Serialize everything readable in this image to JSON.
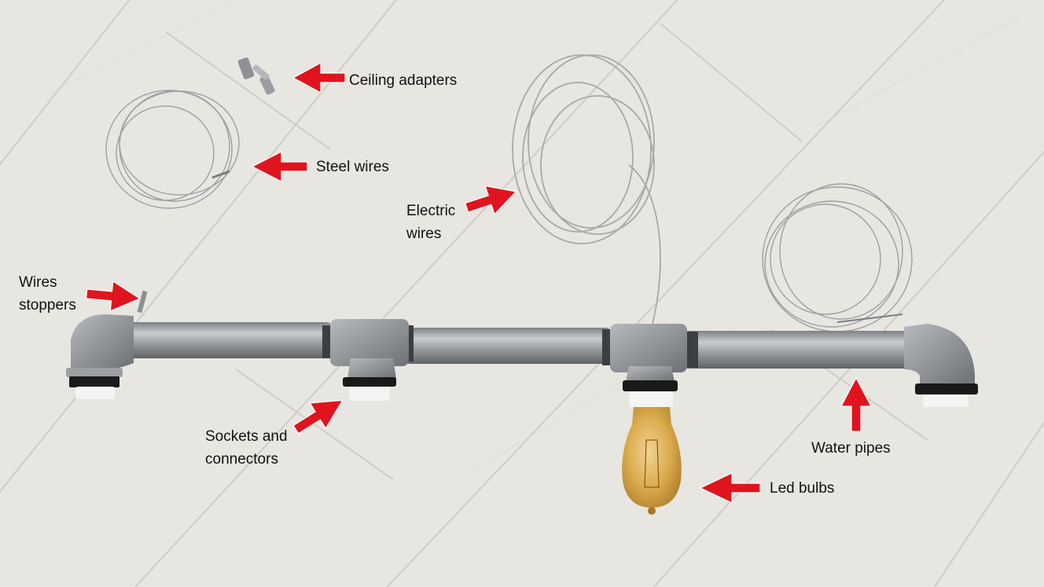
{
  "labels": {
    "ceiling_adapters": "Ceiling adapters",
    "steel_wires": "Steel wires",
    "electric_wires": [
      "Electric",
      "wires"
    ],
    "wires_stoppers": [
      "Wires",
      "stoppers"
    ],
    "sockets_connectors": [
      "Sockets and",
      "connectors"
    ],
    "water_pipes": "Water pipes",
    "led_bulbs": "Led bulbs"
  },
  "colors": {
    "background": "#e6e4df",
    "arrow": "#e0141e",
    "pipe": "#a9adb0",
    "bulb": "#d9a640"
  }
}
